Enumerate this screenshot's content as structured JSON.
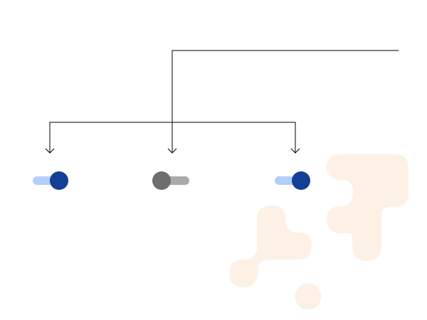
{
  "colors": {
    "background": "#ffffff",
    "connector_line": "#000000",
    "decoration_blob": "#fdf1e5",
    "toggle_on_track": "#b3cef9",
    "toggle_on_thumb": "#133f95",
    "toggle_off_track": "#aaaaaa",
    "toggle_off_thumb": "#6e6e6e"
  },
  "toggles": [
    {
      "name": "toggle-left",
      "checked": true
    },
    {
      "name": "toggle-center",
      "checked": false
    },
    {
      "name": "toggle-right",
      "checked": true
    }
  ],
  "icons": {
    "arrow": "arrow-down-icon",
    "decoration": "blob-decoration"
  }
}
